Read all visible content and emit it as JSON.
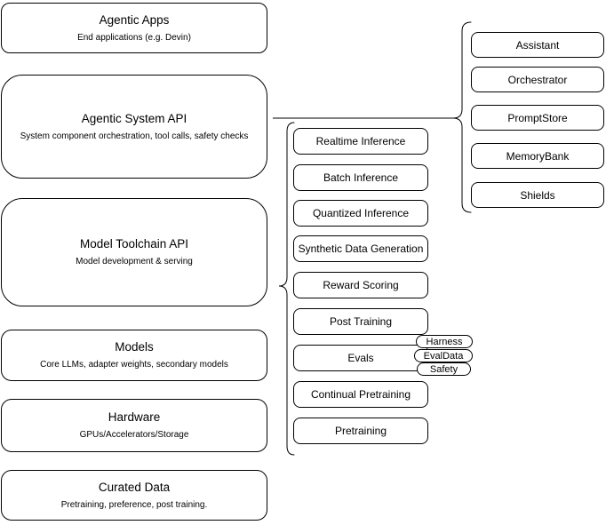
{
  "canvas": {
    "background": "#ffffff",
    "stroke": "#000000"
  },
  "left_stack": {
    "items": [
      {
        "title": "Agentic Apps",
        "subtitle": "End applications (e.g. Devin)"
      },
      {
        "title": "Agentic System API",
        "subtitle": "System component orchestration, tool calls, safety checks"
      },
      {
        "title": "Model Toolchain API",
        "subtitle": "Model development & serving"
      },
      {
        "title": "Models",
        "subtitle": "Core LLMs, adapter weights, secondary models"
      },
      {
        "title": "Hardware",
        "subtitle": "GPUs/Accelerators/Storage"
      },
      {
        "title": "Curated Data",
        "subtitle": "Pretraining, preference, post training."
      }
    ]
  },
  "toolchain_group": {
    "items": [
      {
        "label": "Realtime Inference"
      },
      {
        "label": "Batch Inference"
      },
      {
        "label": "Quantized Inference"
      },
      {
        "label": "Synthetic Data Generation"
      },
      {
        "label": "Reward Scoring"
      },
      {
        "label": "Post Training"
      },
      {
        "label": "Evals"
      },
      {
        "label": "Continual Pretraining"
      },
      {
        "label": "Pretraining"
      }
    ],
    "evals_tags": [
      {
        "label": "Harness"
      },
      {
        "label": "EvalData"
      },
      {
        "label": "Safety"
      }
    ]
  },
  "system_group": {
    "items": [
      {
        "label": "Assistant"
      },
      {
        "label": "Orchestrator"
      },
      {
        "label": "PromptStore"
      },
      {
        "label": "MemoryBank"
      },
      {
        "label": "Shields"
      }
    ]
  }
}
